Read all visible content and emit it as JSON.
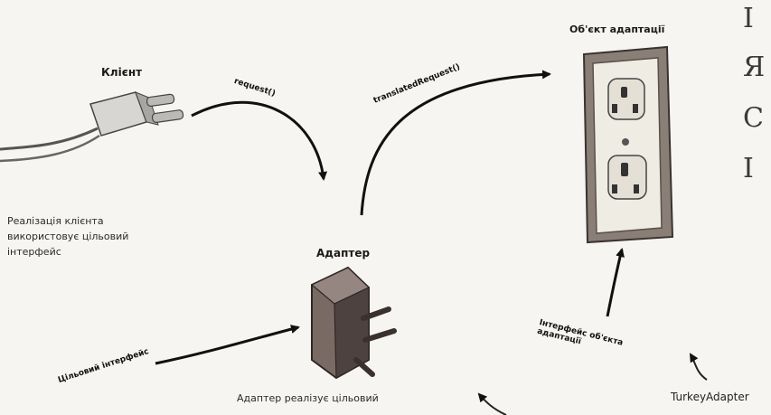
{
  "labels": {
    "client": "Клієнт",
    "client_note": [
      "Реалізація клієнта",
      "використовує цільовий",
      "інтерфейс"
    ],
    "adaptee": "Об'єкт адаптації",
    "adapter": "Адаптер",
    "adapter_note": "Адаптер реалізує цільовий",
    "request": "request()",
    "translated_request": "translatedRequest()",
    "target_interface": "Цільовий інтерфейс",
    "adaptee_interface": [
      "Інтерфейс об'єкта",
      "адаптації"
    ],
    "turkey_adapter": "TurkeyAdapter"
  },
  "side_text": [
    "І",
    "Я",
    "С",
    "І"
  ],
  "colors": {
    "plug_body": "#7a6a64",
    "plug_dark": "#4e4240",
    "outlet_frame": "#8a7f76",
    "outlet_face": "#efece3",
    "arrow": "#111111"
  }
}
